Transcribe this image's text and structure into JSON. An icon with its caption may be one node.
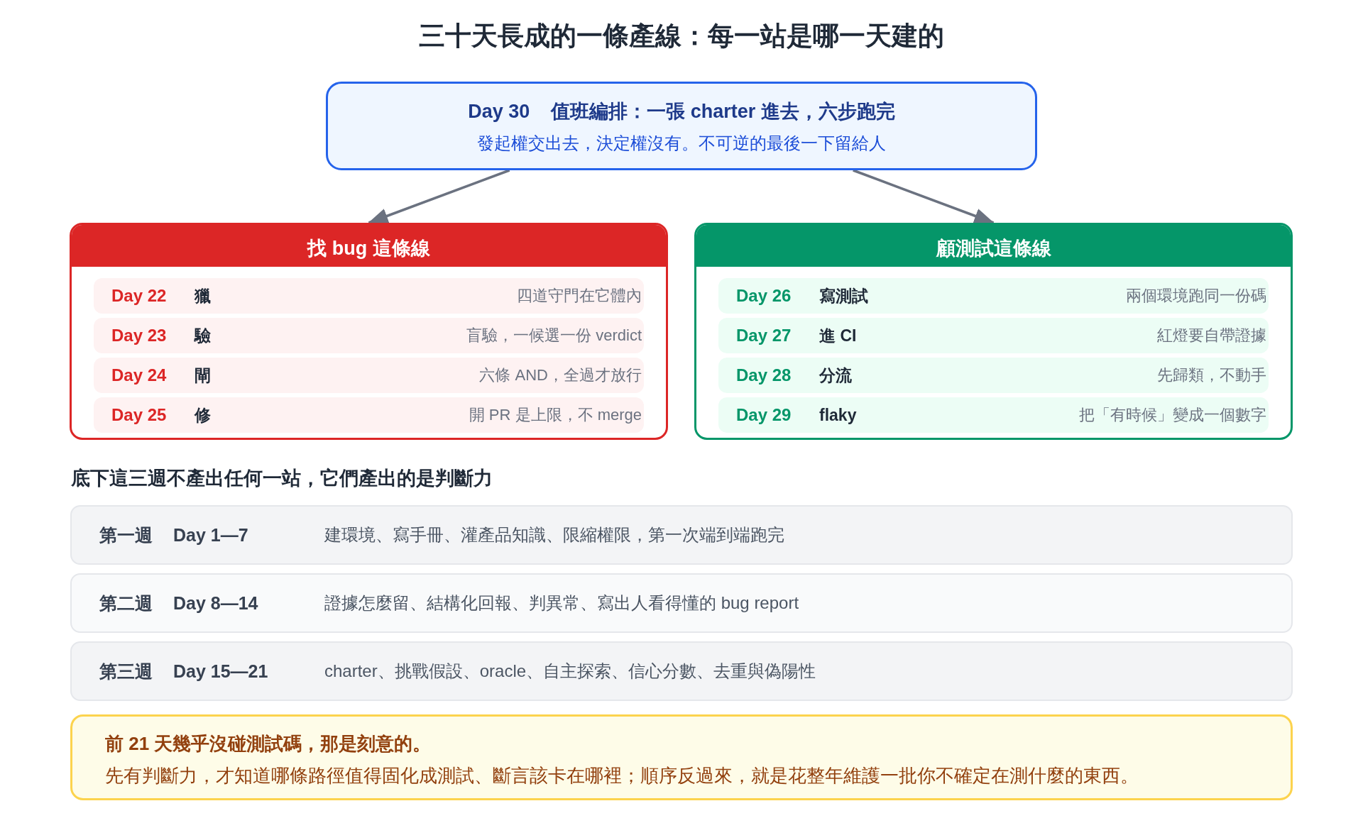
{
  "diagram": {
    "title": "三十天長成的一條產線：每一站是哪一天建的",
    "nodes": [
      {
        "text": [
          "Day 30",
          "值班編排：一張 charter 進去，六步跑完",
          "發起權交出去，決定權沒有。不可逆的最後一下留給人"
        ]
      },
      {
        "text": [
          "找 bug 這條線"
        ]
      },
      {
        "text": [
          "Day 22",
          "獵",
          "四道守門在它體內"
        ],
        "in": 1
      },
      {
        "text": [
          "Day 23",
          "驗",
          "盲驗，一候選一份 verdict"
        ],
        "in": 1
      },
      {
        "text": [
          "Day 24",
          "閘",
          "六條 AND，全過才放行"
        ],
        "in": 1
      },
      {
        "text": [
          "Day 25",
          "修",
          "開 PR 是上限，不 merge"
        ],
        "in": 1
      },
      {
        "text": [
          "顧測試這條線"
        ]
      },
      {
        "text": [
          "Day 26",
          "寫測試",
          "兩個環境跑同一份碼"
        ],
        "in": 6
      },
      {
        "text": [
          "Day 27",
          "進 CI",
          "紅燈要自帶證據"
        ],
        "in": 6
      },
      {
        "text": [
          "Day 28",
          "分流",
          "先歸類，不動手"
        ],
        "in": 6
      },
      {
        "text": [
          "Day 29",
          "flaky",
          "把「有時候」變成一個數字"
        ],
        "in": 6
      },
      {
        "text": [
          "第一週",
          "Day 1—7",
          "建環境、寫手冊、灌產品知識、限縮權限，第一次端到端跑完"
        ]
      },
      {
        "text": [
          "第二週",
          "Day 8—14",
          "證據怎麼留、結構化回報、判異常、寫出人看得懂的 bug report"
        ]
      },
      {
        "text": [
          "第三週",
          "Day 15—21",
          "charter、挑戰假設、oracle、自主探索、信心分數、去重與偽陽性"
        ]
      },
      {
        "text": [
          "前 21 天幾乎沒碰測試碼，那是刻意的。",
          "先有判斷力，才知道哪條路徑值得固化成測試、斷言該卡在哪裡；順序反過來，就是花整年維護一批你不確定在測什麼的東西。"
        ]
      }
    ],
    "edges": [
      {
        "from": 0,
        "to": 1,
        "arrow": "to"
      },
      {
        "from": 0,
        "to": 6,
        "arrow": "to"
      }
    ],
    "labels": [
      "底下這三週不產出任何一站，它們產出的是判斷力"
    ]
  }
}
